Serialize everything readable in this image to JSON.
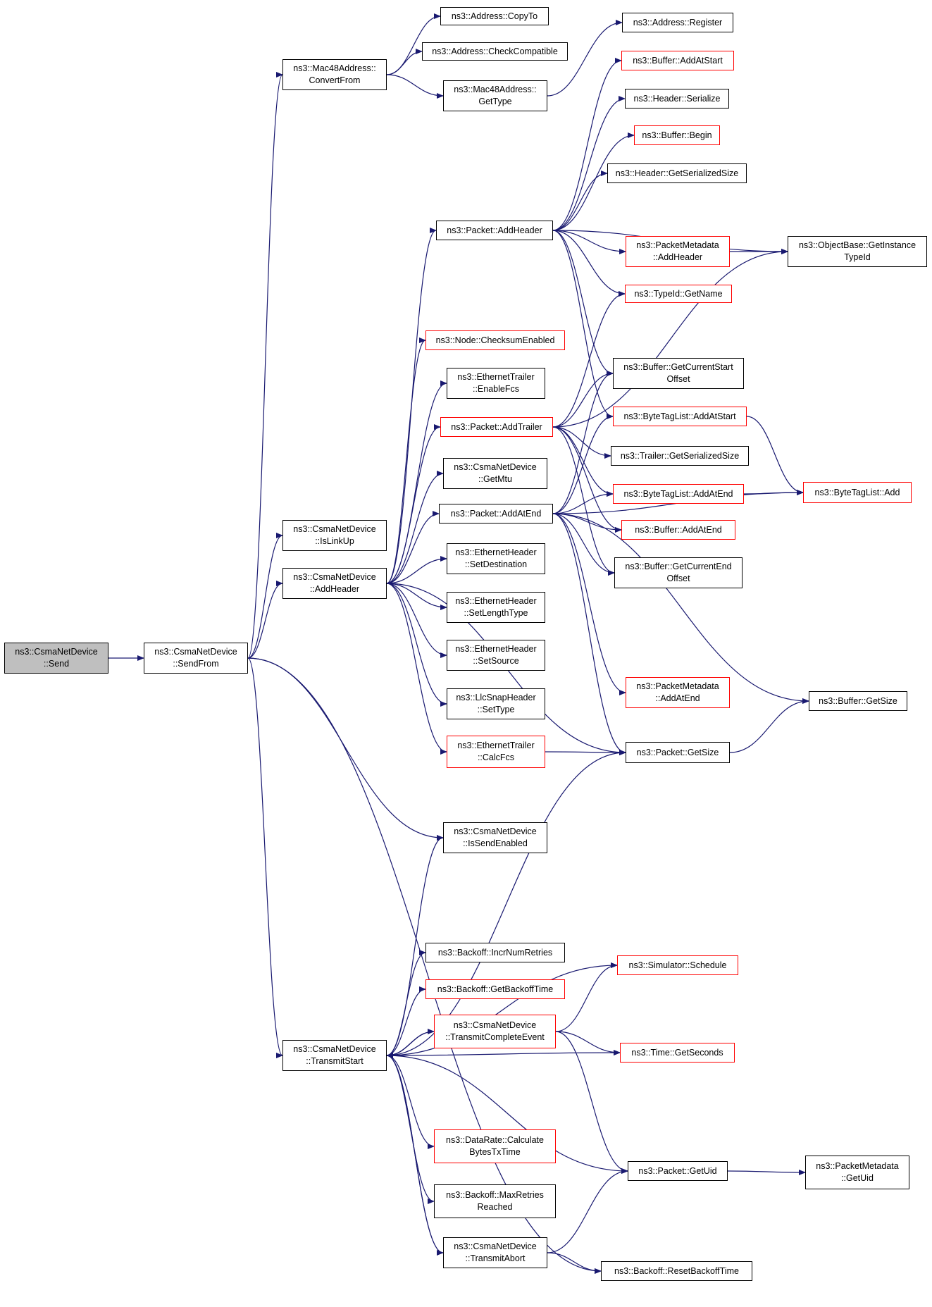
{
  "diagram": {
    "colors": {
      "edge": "#191970",
      "border": "#000000",
      "border_incomplete": "#ff0000",
      "root_fill": "#bfbfbf"
    },
    "nodes": {
      "send": {
        "label": "ns3::CsmaNetDevice\n::Send",
        "style": "root"
      },
      "sendFrom": {
        "label": "ns3::CsmaNetDevice\n::SendFrom",
        "style": "normal"
      },
      "convertFrom": {
        "label": "ns3::Mac48Address::\nConvertFrom",
        "style": "normal"
      },
      "copyTo": {
        "label": "ns3::Address::CopyTo",
        "style": "normal"
      },
      "checkCompat": {
        "label": "ns3::Address::CheckCompatible",
        "style": "normal"
      },
      "mac48GetType": {
        "label": "ns3::Mac48Address::\nGetType",
        "style": "normal"
      },
      "addrRegister": {
        "label": "ns3::Address::Register",
        "style": "normal"
      },
      "bufAddAtStart": {
        "label": "ns3::Buffer::AddAtStart",
        "style": "incomplete"
      },
      "hdrSerialize": {
        "label": "ns3::Header::Serialize",
        "style": "normal"
      },
      "bufBegin": {
        "label": "ns3::Buffer::Begin",
        "style": "incomplete"
      },
      "hdrGetSerSize": {
        "label": "ns3::Header::GetSerializedSize",
        "style": "normal"
      },
      "pktAddHeader": {
        "label": "ns3::Packet::AddHeader",
        "style": "normal"
      },
      "pmAddHeader": {
        "label": "ns3::PacketMetadata\n::AddHeader",
        "style": "incomplete"
      },
      "objGetInstance": {
        "label": "ns3::ObjectBase::GetInstance\nTypeId",
        "style": "normal"
      },
      "typeIdGetName": {
        "label": "ns3::TypeId::GetName",
        "style": "incomplete"
      },
      "nodeChecksum": {
        "label": "ns3::Node::ChecksumEnabled",
        "style": "incomplete"
      },
      "ethTrEnableFcs": {
        "label": "ns3::EthernetTrailer\n::EnableFcs",
        "style": "normal"
      },
      "bufGetCurStart": {
        "label": "ns3::Buffer::GetCurrentStart\nOffset",
        "style": "normal"
      },
      "pktAddTrailer": {
        "label": "ns3::Packet::AddTrailer",
        "style": "incomplete"
      },
      "btlAddAtStart": {
        "label": "ns3::ByteTagList::AddAtStart",
        "style": "incomplete"
      },
      "trailerGetSerSize": {
        "label": "ns3::Trailer::GetSerializedSize",
        "style": "normal"
      },
      "csmaGetMtu": {
        "label": "ns3::CsmaNetDevice\n::GetMtu",
        "style": "normal"
      },
      "pktAddAtEnd": {
        "label": "ns3::Packet::AddAtEnd",
        "style": "normal"
      },
      "btlAddAtEnd": {
        "label": "ns3::ByteTagList::AddAtEnd",
        "style": "incomplete"
      },
      "btlAdd": {
        "label": "ns3::ByteTagList::Add",
        "style": "incomplete"
      },
      "csmaIsLinkUp": {
        "label": "ns3::CsmaNetDevice\n::IsLinkUp",
        "style": "normal"
      },
      "csmaAddHeader": {
        "label": "ns3::CsmaNetDevice\n::AddHeader",
        "style": "normal"
      },
      "bufAddAtEnd": {
        "label": "ns3::Buffer::AddAtEnd",
        "style": "incomplete"
      },
      "ethHdrSetDest": {
        "label": "ns3::EthernetHeader\n::SetDestination",
        "style": "normal"
      },
      "bufGetCurEnd": {
        "label": "ns3::Buffer::GetCurrentEnd\nOffset",
        "style": "normal"
      },
      "ethHdrSetLen": {
        "label": "ns3::EthernetHeader\n::SetLengthType",
        "style": "normal"
      },
      "ethHdrSetSrc": {
        "label": "ns3::EthernetHeader\n::SetSource",
        "style": "normal"
      },
      "pmAddAtEnd": {
        "label": "ns3::PacketMetadata\n::AddAtEnd",
        "style": "incomplete"
      },
      "bufGetSize": {
        "label": "ns3::Buffer::GetSize",
        "style": "normal"
      },
      "llcSetType": {
        "label": "ns3::LlcSnapHeader\n::SetType",
        "style": "normal"
      },
      "ethTrCalcFcs": {
        "label": "ns3::EthernetTrailer\n::CalcFcs",
        "style": "incomplete"
      },
      "pktGetSize": {
        "label": "ns3::Packet::GetSize",
        "style": "normal"
      },
      "csmaIsSendEnabled": {
        "label": "ns3::CsmaNetDevice\n::IsSendEnabled",
        "style": "normal"
      },
      "backoffIncr": {
        "label": "ns3::Backoff::IncrNumRetries",
        "style": "normal"
      },
      "simSchedule": {
        "label": "ns3::Simulator::Schedule",
        "style": "incomplete"
      },
      "backoffGetTime": {
        "label": "ns3::Backoff::GetBackoffTime",
        "style": "incomplete"
      },
      "csmaTxComplete": {
        "label": "ns3::CsmaNetDevice\n::TransmitCompleteEvent",
        "style": "incomplete"
      },
      "csmaTxStart": {
        "label": "ns3::CsmaNetDevice\n::TransmitStart",
        "style": "normal"
      },
      "timeGetSeconds": {
        "label": "ns3::Time::GetSeconds",
        "style": "incomplete"
      },
      "drCalcBytes": {
        "label": "ns3::DataRate::Calculate\nBytesTxTime",
        "style": "incomplete"
      },
      "pktGetUid": {
        "label": "ns3::Packet::GetUid",
        "style": "normal"
      },
      "pmGetUid": {
        "label": "ns3::PacketMetadata\n::GetUid",
        "style": "normal"
      },
      "backoffMaxRetries": {
        "label": "ns3::Backoff::MaxRetries\nReached",
        "style": "normal"
      },
      "csmaTxAbort": {
        "label": "ns3::CsmaNetDevice\n::TransmitAbort",
        "style": "normal"
      },
      "backoffReset": {
        "label": "ns3::Backoff::ResetBackoffTime",
        "style": "normal"
      }
    },
    "edges": [
      [
        "send",
        "sendFrom"
      ],
      [
        "sendFrom",
        "convertFrom"
      ],
      [
        "sendFrom",
        "csmaIsLinkUp"
      ],
      [
        "sendFrom",
        "csmaAddHeader"
      ],
      [
        "sendFrom",
        "csmaIsSendEnabled"
      ],
      [
        "sendFrom",
        "csmaTxStart"
      ],
      [
        "sendFrom",
        "backoffReset"
      ],
      [
        "convertFrom",
        "copyTo"
      ],
      [
        "convertFrom",
        "checkCompat"
      ],
      [
        "convertFrom",
        "mac48GetType"
      ],
      [
        "mac48GetType",
        "addrRegister"
      ],
      [
        "pktAddHeader",
        "bufAddAtStart"
      ],
      [
        "pktAddHeader",
        "hdrSerialize"
      ],
      [
        "pktAddHeader",
        "bufBegin"
      ],
      [
        "pktAddHeader",
        "hdrGetSerSize"
      ],
      [
        "pktAddHeader",
        "objGetInstance"
      ],
      [
        "pktAddHeader",
        "pmAddHeader"
      ],
      [
        "pktAddHeader",
        "typeIdGetName"
      ],
      [
        "pktAddHeader",
        "bufGetCurStart"
      ],
      [
        "pktAddHeader",
        "btlAddAtStart"
      ],
      [
        "pmAddHeader",
        "objGetInstance"
      ],
      [
        "pktAddTrailer",
        "typeIdGetName"
      ],
      [
        "pktAddTrailer",
        "objGetInstance"
      ],
      [
        "pktAddTrailer",
        "bufGetCurStart"
      ],
      [
        "pktAddTrailer",
        "trailerGetSerSize"
      ],
      [
        "pktAddTrailer",
        "btlAddAtEnd"
      ],
      [
        "pktAddTrailer",
        "bufAddAtEnd"
      ],
      [
        "pktAddTrailer",
        "bufGetCurEnd"
      ],
      [
        "pktAddAtEnd",
        "btlAddAtStart"
      ],
      [
        "pktAddAtEnd",
        "btlAddAtEnd"
      ],
      [
        "pktAddAtEnd",
        "bufAddAtEnd"
      ],
      [
        "pktAddAtEnd",
        "bufGetCurEnd"
      ],
      [
        "pktAddAtEnd",
        "btlAdd"
      ],
      [
        "pktAddAtEnd",
        "pmAddAtEnd"
      ],
      [
        "pktAddAtEnd",
        "bufGetSize"
      ],
      [
        "pktAddAtEnd",
        "pktGetSize"
      ],
      [
        "pktAddAtEnd",
        "bufGetCurStart"
      ],
      [
        "btlAddAtStart",
        "btlAdd"
      ],
      [
        "btlAddAtEnd",
        "btlAdd"
      ],
      [
        "csmaAddHeader",
        "pktAddHeader"
      ],
      [
        "csmaAddHeader",
        "nodeChecksum"
      ],
      [
        "csmaAddHeader",
        "ethTrEnableFcs"
      ],
      [
        "csmaAddHeader",
        "pktAddTrailer"
      ],
      [
        "csmaAddHeader",
        "csmaGetMtu"
      ],
      [
        "csmaAddHeader",
        "pktAddAtEnd"
      ],
      [
        "csmaAddHeader",
        "ethHdrSetDest"
      ],
      [
        "csmaAddHeader",
        "ethHdrSetLen"
      ],
      [
        "csmaAddHeader",
        "ethHdrSetSrc"
      ],
      [
        "csmaAddHeader",
        "llcSetType"
      ],
      [
        "csmaAddHeader",
        "ethTrCalcFcs"
      ],
      [
        "csmaAddHeader",
        "pktGetSize"
      ],
      [
        "ethTrCalcFcs",
        "pktGetSize"
      ],
      [
        "pktGetSize",
        "bufGetSize"
      ],
      [
        "csmaTxStart",
        "csmaIsSendEnabled"
      ],
      [
        "csmaTxStart",
        "pktGetSize"
      ],
      [
        "csmaTxStart",
        "simSchedule"
      ],
      [
        "csmaTxStart",
        "backoffIncr"
      ],
      [
        "csmaTxStart",
        "backoffGetTime"
      ],
      [
        "csmaTxStart",
        "csmaTxComplete"
      ],
      [
        "csmaTxStart",
        "timeGetSeconds"
      ],
      [
        "csmaTxStart",
        "pktGetUid"
      ],
      [
        "csmaTxStart",
        "drCalcBytes"
      ],
      [
        "csmaTxStart",
        "backoffMaxRetries"
      ],
      [
        "csmaTxStart",
        "csmaTxAbort"
      ],
      [
        "csmaTxComplete",
        "simSchedule"
      ],
      [
        "csmaTxComplete",
        "timeGetSeconds"
      ],
      [
        "csmaTxComplete",
        "pktGetUid"
      ],
      [
        "csmaTxComplete",
        "csmaTxStart"
      ],
      [
        "csmaTxAbort",
        "pktGetUid"
      ],
      [
        "csmaTxAbort",
        "backoffReset"
      ],
      [
        "csmaTxAbort",
        "csmaTxStart"
      ],
      [
        "pktGetUid",
        "pmGetUid"
      ]
    ]
  }
}
